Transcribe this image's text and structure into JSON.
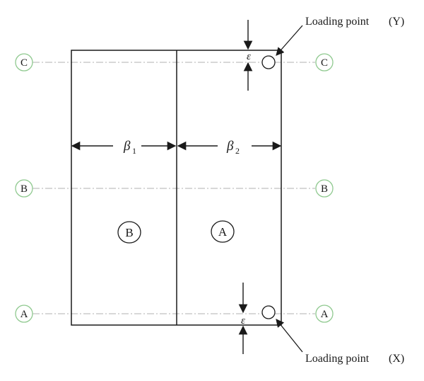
{
  "diagram": {
    "gridlines": [
      {
        "label": "C",
        "color": "#8fc98f"
      },
      {
        "label": "B",
        "color": "#8fc98f"
      },
      {
        "label": "A",
        "color": "#8fc98f"
      }
    ],
    "zones": [
      {
        "label": "B"
      },
      {
        "label": "A"
      }
    ],
    "dimensions": {
      "beta1": {
        "symbol": "β",
        "subscript": "1"
      },
      "beta2": {
        "symbol": "β",
        "subscript": "2"
      }
    },
    "eccentricity_symbol": "ε",
    "loading_points": {
      "top": "Loading point",
      "top_tag": "(Y)",
      "bottom": "Loading point",
      "bottom_tag": "(X)"
    },
    "colors": {
      "stroke": "#1a1a1a",
      "grid_line": "#b0b0b0",
      "grid_circle": "#8fc98f"
    }
  }
}
